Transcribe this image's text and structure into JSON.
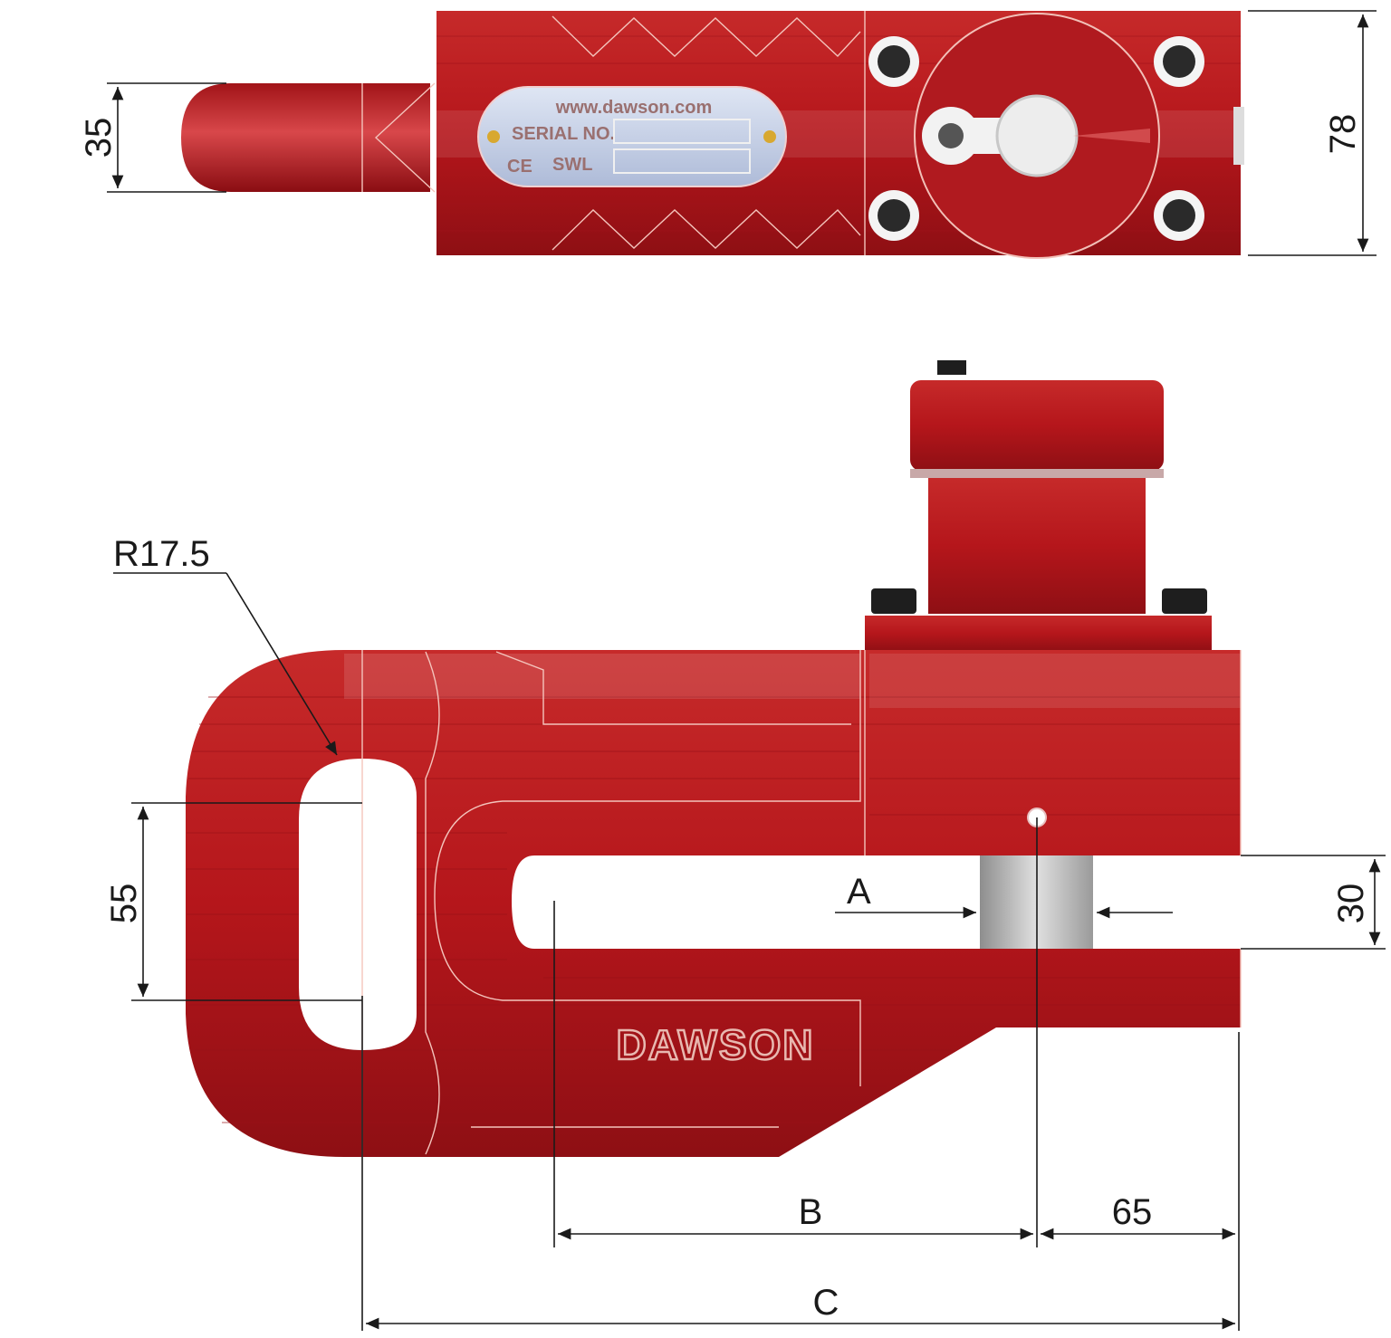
{
  "top_view": {
    "dim_width": "35",
    "dim_height": "78",
    "plate": {
      "url_text": "www.dawson.com",
      "serial_label": "SERIAL NO.",
      "ce_mark": "CE",
      "swl_label": "SWL"
    }
  },
  "side_view": {
    "radius_label": "R17.5",
    "dim_slot": "55",
    "dim_jaw": "30",
    "label_a": "A",
    "label_b": "B",
    "label_c": "C",
    "dim_offset": "65",
    "brand": "DAWSON"
  },
  "colors": {
    "body_red": "#b5161b",
    "highlight_red": "#e04040",
    "dark_red": "#7e0c10",
    "pin_grey": "#bdbdbd"
  }
}
